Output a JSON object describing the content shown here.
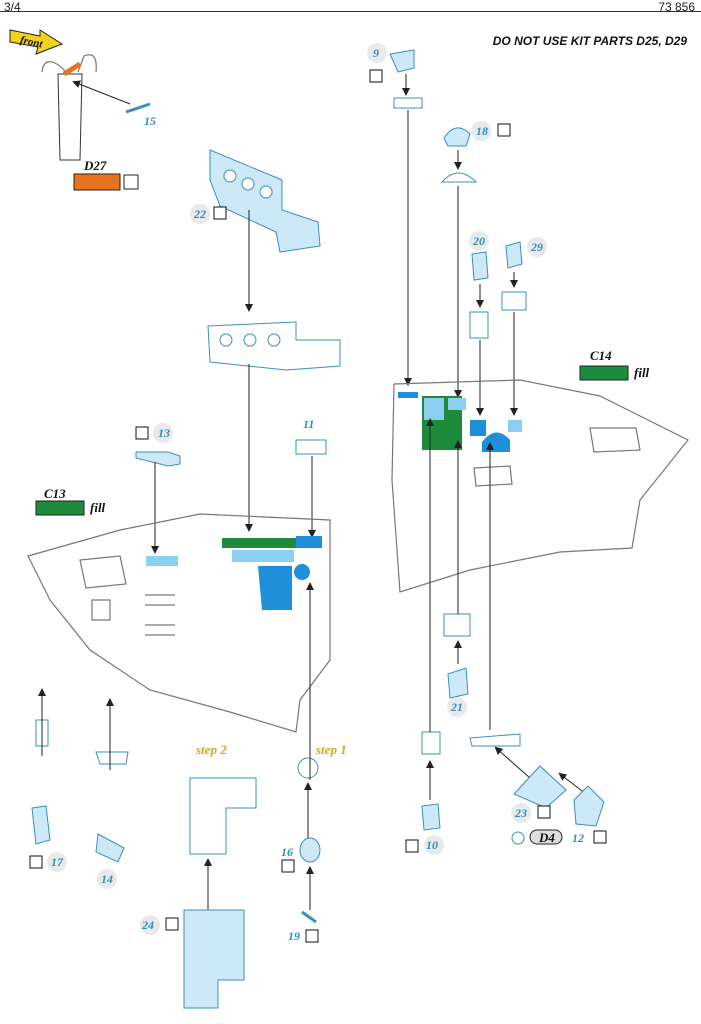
{
  "header": {
    "page": "3/4",
    "code": "73 856"
  },
  "note": "DO NOT USE KIT PARTS D25, D29",
  "front_label": "front",
  "kit_parts": {
    "d27": "D27",
    "c13": "C13",
    "c14": "C14",
    "d4": "D4",
    "fill": "fill"
  },
  "steps": {
    "step1": "step 1",
    "step2": "step 2"
  },
  "part_numbers": {
    "p9": "9",
    "p10": "10",
    "p11": "11",
    "p12": "12",
    "p13": "13",
    "p14": "14",
    "p15": "15",
    "p16": "16",
    "p17": "17",
    "p18": "18",
    "p19": "19",
    "p20": "20",
    "p21": "21",
    "p22": "22",
    "p23": "23",
    "p24": "24",
    "p29": "29"
  },
  "colors": {
    "orange": "#e8731e",
    "green": "#1e8a3c",
    "blue_light": "#8ccff0",
    "blue_dark": "#1e8fd8",
    "label_blue": "#2b8fc4",
    "step_yellow": "#d4a81c"
  }
}
